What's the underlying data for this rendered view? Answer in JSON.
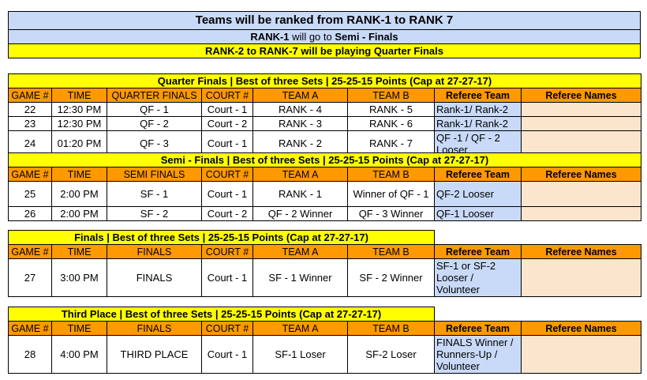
{
  "banner": {
    "line1": "Teams will be ranked from RANK-1 to RANK 7",
    "line2_prefix": "RANK-1",
    "line2_middle": " will go to ",
    "line2_suffix": "Semi - Finals",
    "line3": "RANK-2 to RANK-7 will be playing Quarter Finals"
  },
  "quarter": {
    "title": "Quarter Finals | Best of three Sets | 25-25-15 Points (Cap at 27-27-17)",
    "headers": [
      "GAME #",
      "TIME",
      "QUARTER FINALS",
      "COURT #",
      "TEAM A",
      "TEAM B",
      "Referee Team",
      "Referee Names"
    ],
    "rows": [
      {
        "game": "22",
        "time": "12:30 PM",
        "round": "QF - 1",
        "court": "Court - 1",
        "team_a": "RANK - 4",
        "team_b": "RANK - 5",
        "referee": "Rank-1/ Rank-2"
      },
      {
        "game": "23",
        "time": "12:30 PM",
        "round": "QF - 2",
        "court": "Court - 2",
        "team_a": "RANK - 3",
        "team_b": "RANK - 6",
        "referee": "Rank-1/ Rank-2"
      },
      {
        "game": "24",
        "time": "01:20 PM",
        "round": "QF - 3",
        "court": "Court - 1",
        "team_a": "RANK - 2",
        "team_b": "RANK - 7",
        "referee": "QF -1 / QF - 2 Looser"
      }
    ]
  },
  "semi": {
    "title": "Semi - Finals | Best of three Sets | 25-25-15 Points (Cap at 27-27-17)",
    "headers": [
      "GAME #",
      "TIME",
      "SEMI FINALS",
      "COURT #",
      "TEAM A",
      "TEAM B",
      "Referee Team",
      "Referee Names"
    ],
    "rows": [
      {
        "game": "25",
        "time": "2:00 PM",
        "round": "SF - 1",
        "court": "Court - 1",
        "team_a": "RANK - 1",
        "team_b": "Winner of QF - 1",
        "referee": "QF-2 Looser"
      },
      {
        "game": "26",
        "time": "2:00 PM",
        "round": "SF - 2",
        "court": "Court - 2",
        "team_a": "QF - 2 Winner",
        "team_b": "QF - 3 Winner",
        "referee": "QF-1 Looser"
      }
    ]
  },
  "finals": {
    "title": "Finals | Best of three Sets | 25-25-15 Points (Cap at 27-27-17)",
    "headers": [
      "GAME #",
      "TIME",
      "FINALS",
      "COURT #",
      "TEAM A",
      "TEAM B",
      "Referee Team",
      "Referee Names"
    ],
    "rows": [
      {
        "game": "27",
        "time": "3:00 PM",
        "round": "FINALS",
        "court": "Court - 1",
        "team_a": "SF - 1 Winner",
        "team_b": "SF - 2 Winner",
        "referee": "SF-1 or SF-2 Looser / Volunteer"
      }
    ]
  },
  "third": {
    "title": "Third Place | Best of three Sets | 25-25-15 Points (Cap at 27-27-17)",
    "headers": [
      "GAME #",
      "TIME",
      "FINALS",
      "COURT #",
      "TEAM A",
      "TEAM B",
      "Referee Team",
      "Referee Names"
    ],
    "rows": [
      {
        "game": "28",
        "time": "4:00 PM",
        "round": "THIRD PLACE",
        "court": "Court - 1",
        "team_a": "SF-1 Loser",
        "team_b": "SF-2 Loser",
        "referee": "FINALS Winner / Runners-Up / Volunteer"
      }
    ]
  },
  "colors": {
    "blue": "#c9daf8",
    "yellow": "#ffff00",
    "orange": "#ff9900",
    "peach": "#fce5cd"
  }
}
